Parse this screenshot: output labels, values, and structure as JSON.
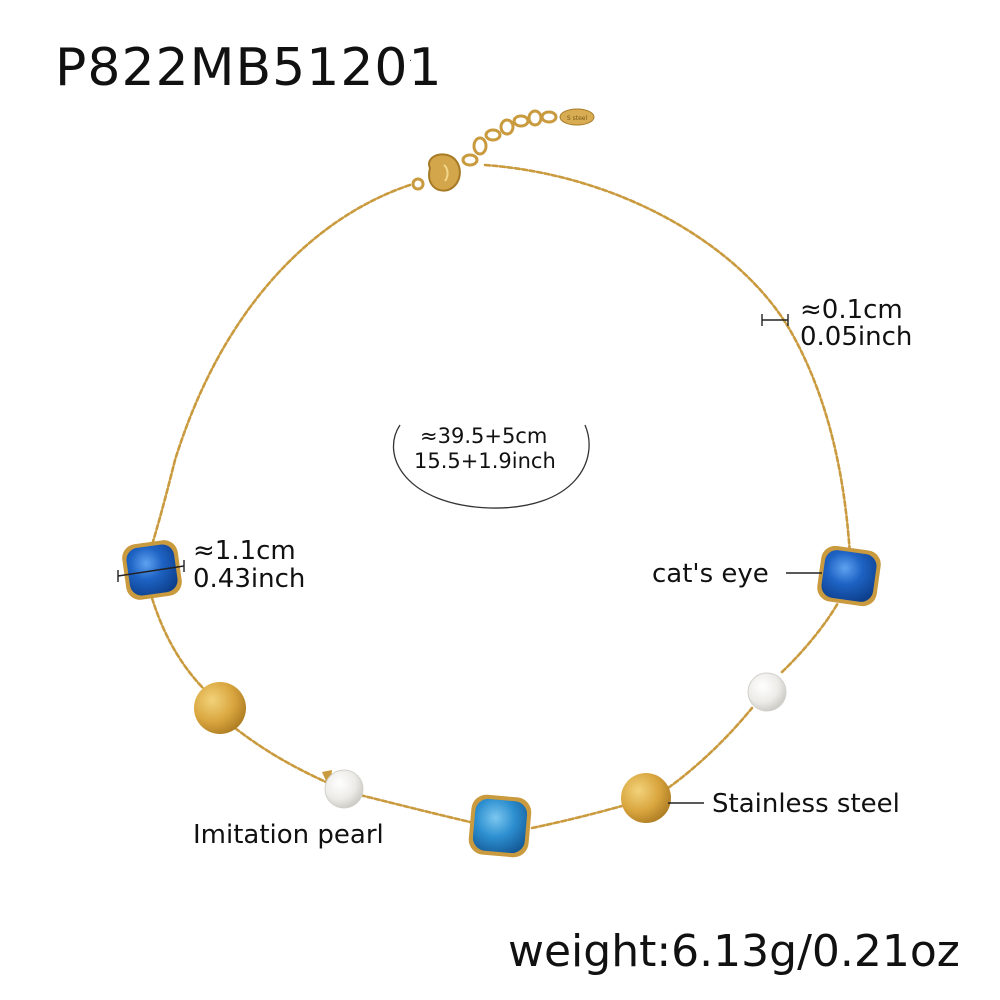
{
  "product": {
    "sku": "P822MB51201",
    "dot_mark": "·"
  },
  "dimensions": {
    "length_cm": "≈39.5+5cm",
    "length_inch": "15.5+1.9inch",
    "chain_width_cm": "≈0.1cm",
    "chain_width_inch": "0.05inch",
    "stone_width_cm": "≈1.1cm",
    "stone_width_inch": "0.43inch"
  },
  "labels": {
    "cats_eye": "cat's eye",
    "stainless_steel": "Stainless steel",
    "imitation_pearl": "Imitation pearl"
  },
  "weight": {
    "text": "weight:6.13g/0.21oz"
  },
  "colors": {
    "gold": "#d3a64c",
    "gold_dark": "#a77b25",
    "blue_stone": "#1e63c4",
    "light_blue_stone": "#2d8fd0",
    "pearl": "#f1f1ef"
  },
  "icons": {
    "necklace": "necklace-illustration"
  }
}
